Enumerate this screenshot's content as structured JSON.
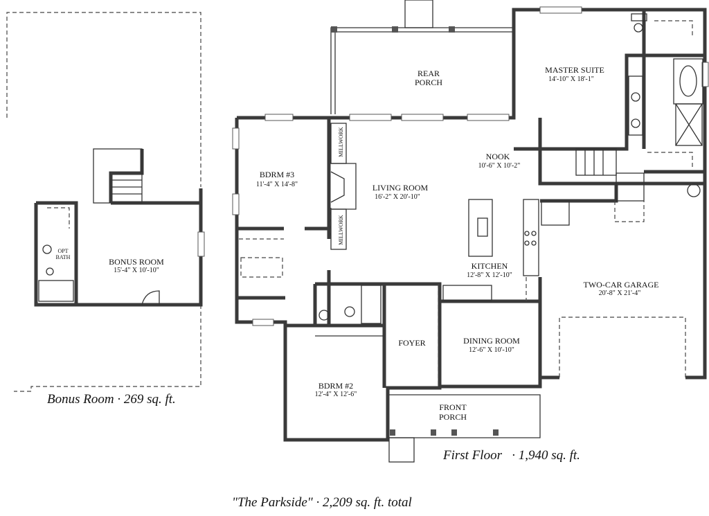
{
  "plan": {
    "rooms": {
      "rear_porch": {
        "line1": "REAR",
        "line2": "PORCH"
      },
      "master_suite": {
        "name": "MASTER SUITE",
        "dims": "14'-10\" X 18'-1\""
      },
      "nook": {
        "name": "NOOK",
        "dims": "10'-6\" X 10'-2\""
      },
      "bdrm3": {
        "name": "BDRM #3",
        "dims": "11'-4\" X 14'-8\""
      },
      "living_room": {
        "name": "LIVING ROOM",
        "dims": "16'-2\" X 20'-10\""
      },
      "millwork": "MILLWORK",
      "kitchen": {
        "name": "KITCHEN",
        "dims": "12'-8\" X 12'-10\""
      },
      "garage": {
        "name": "TWO-CAR GARAGE",
        "dims": "20'-8\" X 21'-4\""
      },
      "foyer": {
        "name": "FOYER"
      },
      "dining_room": {
        "name": "DINING ROOM",
        "dims": "12'-6\" X 10'-10\""
      },
      "bdrm2": {
        "name": "BDRM #2",
        "dims": "12'-4\" X 12'-6\""
      },
      "front_porch": {
        "line1": "FRONT",
        "line2": "PORCH"
      },
      "bonus_room": {
        "name": "BONUS ROOM",
        "dims": "15'-4\" X 10'-10\""
      },
      "opt_bath": {
        "line1": "OPT",
        "line2": "BATH"
      }
    },
    "captions": {
      "bonus": "Bonus Room · 269 sq. ft.",
      "first_floor": "First Floor   · 1,940 sq. ft.",
      "total": "\"The Parkside\" · 2,209 sq. ft. total"
    }
  }
}
